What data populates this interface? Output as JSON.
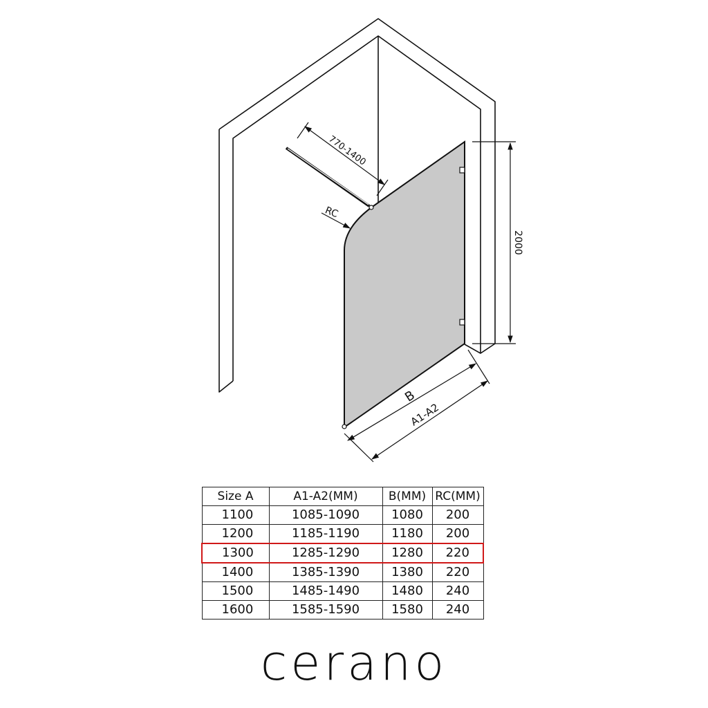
{
  "diagram": {
    "labels": {
      "rail_length": "770-1400",
      "corner_radius": "RC",
      "height": "2000",
      "panel_width": "B",
      "total_width": "A1-A2"
    }
  },
  "table": {
    "headers": [
      "Size  A",
      "A1-A2(MM)",
      "B(MM)",
      "RC(MM)"
    ],
    "rows": [
      [
        "1100",
        "1085-1090",
        "1080",
        "200"
      ],
      [
        "1200",
        "1185-1190",
        "1180",
        "200"
      ],
      [
        "1300",
        "1285-1290",
        "1280",
        "220"
      ],
      [
        "1400",
        "1385-1390",
        "1380",
        "220"
      ],
      [
        "1500",
        "1485-1490",
        "1480",
        "240"
      ],
      [
        "1600",
        "1585-1590",
        "1580",
        "240"
      ]
    ],
    "highlight_row": 2,
    "highlight_color": "#d01818"
  },
  "brand": {
    "name": "cerano"
  },
  "colors": {
    "glass": "#c9c9c9",
    "line": "#111111"
  }
}
